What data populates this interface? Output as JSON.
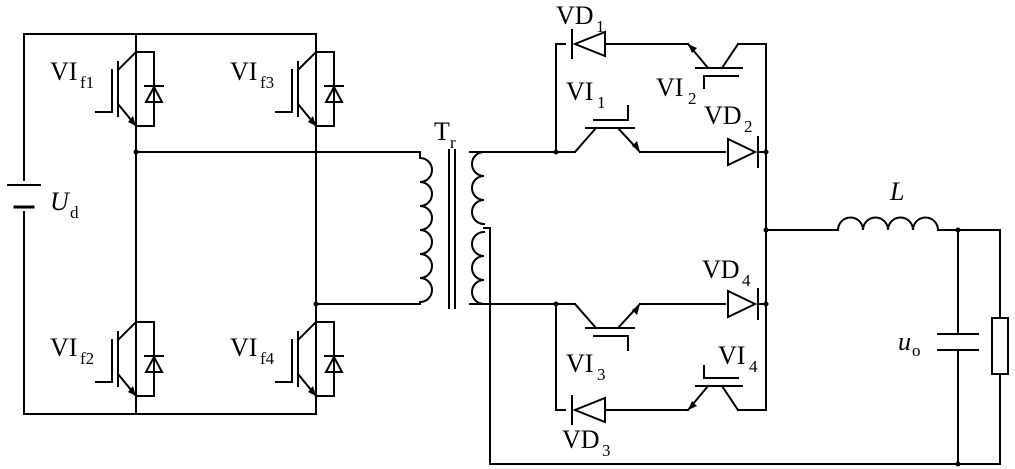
{
  "labels": {
    "vif1": {
      "main": "VI",
      "sub": "f1"
    },
    "vif2": {
      "main": "VI",
      "sub": "f2"
    },
    "vif3": {
      "main": "VI",
      "sub": "f3"
    },
    "vif4": {
      "main": "VI",
      "sub": "f4"
    },
    "ud": {
      "main": "U",
      "sub": "d"
    },
    "tr": {
      "main": "T",
      "sub": "r"
    },
    "vd1": {
      "main": "VD",
      "sub": "1"
    },
    "vd2": {
      "main": "VD",
      "sub": "2"
    },
    "vd3": {
      "main": "VD",
      "sub": "3"
    },
    "vd4": {
      "main": "VD",
      "sub": "4"
    },
    "vi1": {
      "main": "VI",
      "sub": "1"
    },
    "vi2": {
      "main": "VI",
      "sub": "2"
    },
    "vi3": {
      "main": "VI",
      "sub": "3"
    },
    "vi4": {
      "main": "VI",
      "sub": "4"
    },
    "l": {
      "main": "L"
    },
    "uo": {
      "main": "u",
      "sub": "o"
    }
  }
}
